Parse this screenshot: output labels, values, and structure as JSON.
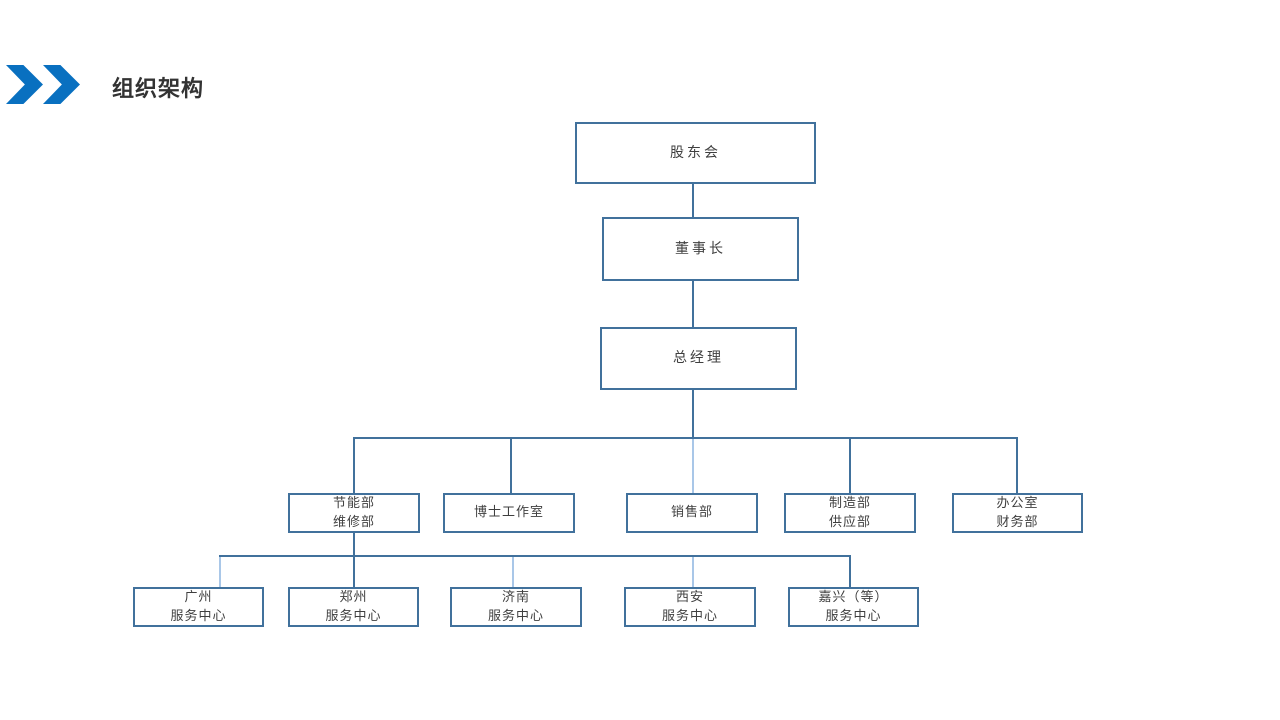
{
  "page_title": {
    "text": "组织架构"
  },
  "org_chart": {
    "chain": [
      {
        "label": "股东会"
      },
      {
        "label": "董事长"
      },
      {
        "label": "总经理"
      }
    ],
    "departments": [
      {
        "lines": [
          "节能部",
          "维修部"
        ]
      },
      {
        "lines": [
          "博士工作室"
        ]
      },
      {
        "lines": [
          "销售部"
        ]
      },
      {
        "lines": [
          "制造部",
          "供应部"
        ]
      },
      {
        "lines": [
          "办公室",
          "财务部"
        ]
      }
    ],
    "service_centers": [
      {
        "lines": [
          "广州",
          "服务中心"
        ]
      },
      {
        "lines": [
          "郑州",
          "服务中心"
        ]
      },
      {
        "lines": [
          "济南",
          "服务中心"
        ]
      },
      {
        "lines": [
          "西安",
          "服务中心"
        ]
      },
      {
        "lines": [
          "嘉兴（等）",
          "服务中心"
        ]
      }
    ]
  },
  "colors": {
    "chevron_blue": "#0970C0",
    "box_border": "#41719C",
    "connector": "#41719C",
    "connector_light": "#A9C7E8",
    "title_text": "#333333",
    "node_text": "#3F3F3F",
    "background": "#FFFFFF"
  }
}
